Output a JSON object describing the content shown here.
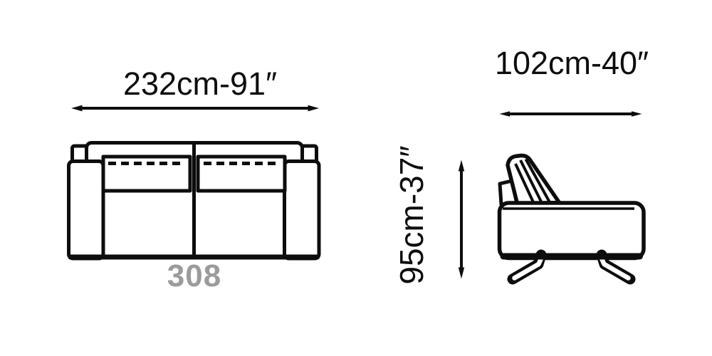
{
  "colors": {
    "background": "#ffffff",
    "ink": "#0d0d0d",
    "model_gray": "#9b9b9b"
  },
  "front_view": {
    "width_label": "232cm-91″",
    "model_label": "308"
  },
  "side_view": {
    "width_label": "102cm-40″",
    "height_label": "95cm-37″"
  }
}
